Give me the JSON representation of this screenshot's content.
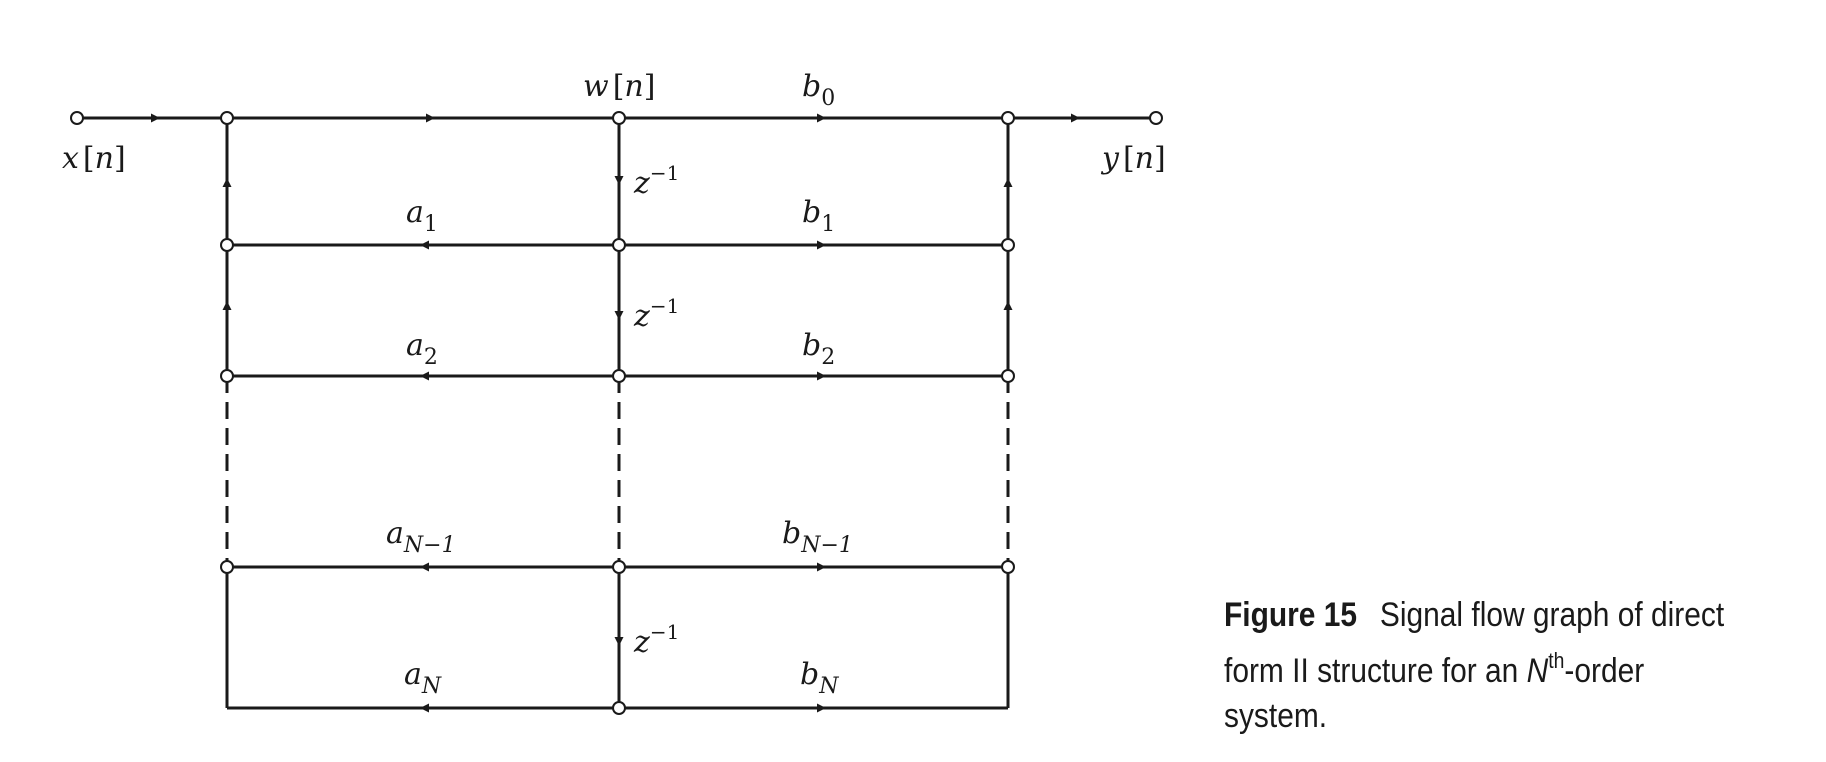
{
  "diagram": {
    "input_label": "x",
    "output_label": "y",
    "state_label": "w",
    "index": "n",
    "delay_base": "z",
    "delay_exp": "−1",
    "a_base": "a",
    "b_base": "b",
    "subscripts": {
      "b0": "0",
      "s1": "1",
      "s2": "2",
      "sN1": "N−1",
      "sN": "N"
    }
  },
  "caption": {
    "label": "Figure 15",
    "text_1": "Signal flow graph of direct form II structure for an ",
    "order_var": "N",
    "order_sup": "th",
    "text_2": "-order system."
  }
}
